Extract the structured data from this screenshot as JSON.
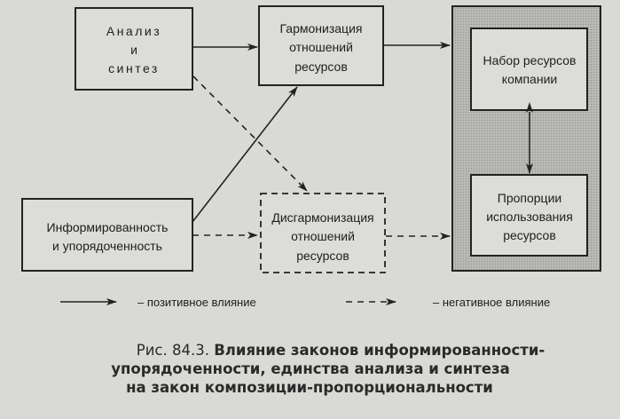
{
  "nodes": {
    "analysis": {
      "line1": "Анализ",
      "line2": "и",
      "line3": "синтез"
    },
    "harmonization": {
      "line1": "Гармонизация",
      "line2": "отношений",
      "line3": "ресурсов"
    },
    "resource_set": {
      "line1": "Набор ресурсов",
      "line2": "компании"
    },
    "proportions": {
      "line1": "Пропорции",
      "line2": "использования",
      "line3": "ресурсов"
    },
    "informedness": {
      "line1": "Информированность",
      "line2": "и упорядоченность"
    },
    "disharmonization": {
      "line1": "Дисгармонизация",
      "line2": "отношений",
      "line3": "ресурсов"
    }
  },
  "legend": {
    "positive": "– позитивное влияние",
    "negative": "– негативное влияние"
  },
  "caption": {
    "label": "Рис. 84.3.",
    "line1": "Влияние законов информированности-",
    "line2": "упорядоченности, единства анализа и синтеза",
    "line3": "на закон композиции-пропорциональности"
  },
  "colors": {
    "background": "#d9d9d5",
    "shaded": "#b4b4b0",
    "ink": "#222222"
  }
}
